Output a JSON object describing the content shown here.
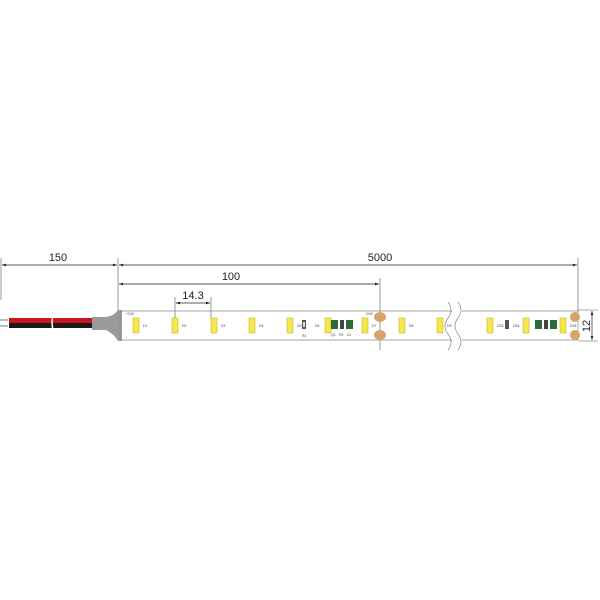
{
  "dimensions": {
    "wire_length": "150",
    "strip_length": "5000",
    "cut_length": "100",
    "led_pitch": "14.3",
    "strip_width": "12"
  },
  "leds_left": [
    "D1",
    "D2",
    "D3",
    "D4",
    "D5",
    "D6",
    "D7",
    "D8",
    "D9"
  ],
  "leds_right": [
    "D33",
    "D34",
    "D35"
  ],
  "components": {
    "r1": "R1",
    "q1": "Q1",
    "r2": "R2",
    "d1": "D1",
    "plus": "+24V",
    "minus": "-"
  },
  "colors": {
    "led": "#f7e84a",
    "wire_red": "#c8161d",
    "wire_black": "#1a1a1a",
    "connector": "#9a9a9a",
    "pad": "#d9a36a"
  }
}
